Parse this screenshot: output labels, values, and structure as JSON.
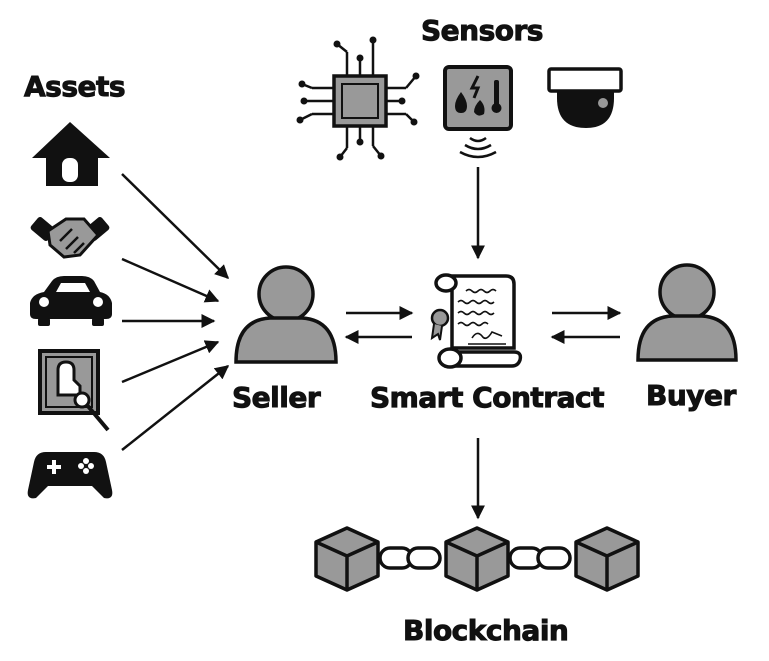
{
  "labels": {
    "sensors": "Sensors",
    "assets": "Assets",
    "seller": "Seller",
    "smart_contract": "Smart Contract",
    "buyer": "Buyer",
    "blockchain": "Blockchain"
  },
  "icons": {
    "assets": [
      "house-icon",
      "handshake-icon",
      "car-icon",
      "artwork-icon",
      "gamepad-icon"
    ],
    "sensors": [
      "chip-icon",
      "environment-sensor-icon",
      "camera-icon"
    ]
  },
  "colors": {
    "fill_gray": "#999999",
    "stroke": "#111111",
    "arrow": "#111111"
  }
}
